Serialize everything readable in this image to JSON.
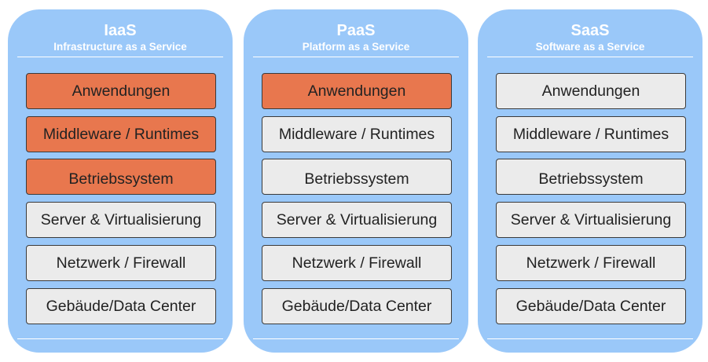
{
  "columns": [
    {
      "title": "IaaS",
      "subtitle": "Infrastructure as a Service",
      "layers": [
        {
          "label": "Anwendungen",
          "state": "managed"
        },
        {
          "label": "Middleware / Runtimes",
          "state": "managed"
        },
        {
          "label": "Betriebssystem",
          "state": "managed"
        },
        {
          "label": "Server & Virtualisierung",
          "state": "provided"
        },
        {
          "label": "Netzwerk / Firewall",
          "state": "provided"
        },
        {
          "label": "Gebäude/Data Center",
          "state": "provided"
        }
      ]
    },
    {
      "title": "PaaS",
      "subtitle": "Platform as a Service",
      "layers": [
        {
          "label": "Anwendungen",
          "state": "managed"
        },
        {
          "label": "Middleware / Runtimes",
          "state": "provided"
        },
        {
          "label": "Betriebssystem",
          "state": "provided"
        },
        {
          "label": "Server & Virtualisierung",
          "state": "provided"
        },
        {
          "label": "Netzwerk / Firewall",
          "state": "provided"
        },
        {
          "label": "Gebäude/Data Center",
          "state": "provided"
        }
      ]
    },
    {
      "title": "SaaS",
      "subtitle": "Software as a Service",
      "layers": [
        {
          "label": "Anwendungen",
          "state": "provided"
        },
        {
          "label": "Middleware / Runtimes",
          "state": "provided"
        },
        {
          "label": "Betriebssystem",
          "state": "provided"
        },
        {
          "label": "Server & Virtualisierung",
          "state": "provided"
        },
        {
          "label": "Netzwerk / Firewall",
          "state": "provided"
        },
        {
          "label": "Gebäude/Data Center",
          "state": "provided"
        }
      ]
    }
  ],
  "colors": {
    "column_background": "#9ac8f9",
    "managed_layer": "#e8774e",
    "provided_layer": "#ebebeb",
    "header_text": "#ffffff"
  }
}
